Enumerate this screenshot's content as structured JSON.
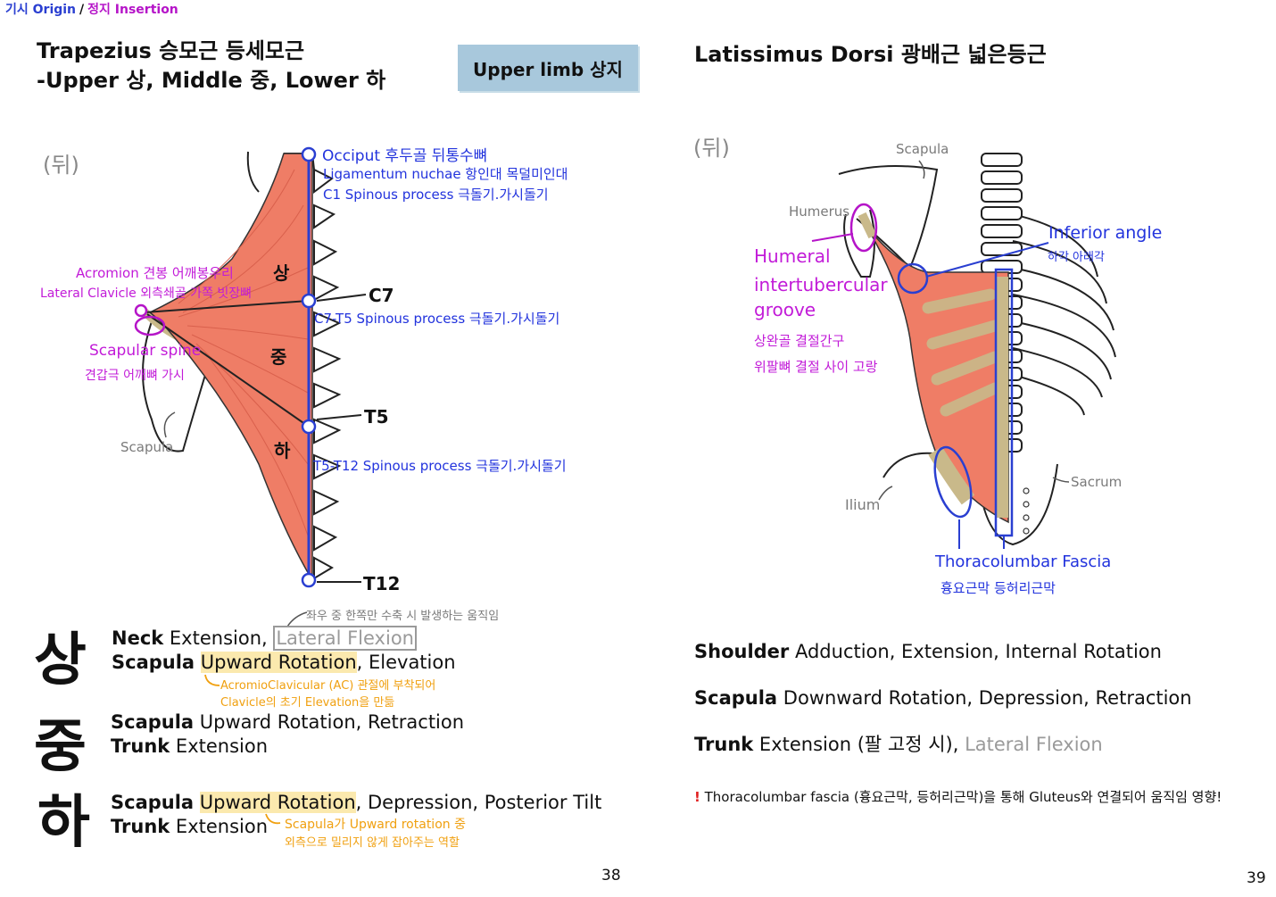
{
  "legend": {
    "origin": "기시 Origin",
    "separator": "/",
    "insertion": "정지 Insertion"
  },
  "left": {
    "title_line1": "Trapezius 승모근 등세모근",
    "title_line2": "-Upper 상, Middle 중, Lower 하",
    "tag": "Upper limb 상지",
    "view": "(뒤)",
    "labels": {
      "occiput": "Occiput 후두골 뒤통수뼈",
      "ligamentum": "Ligamentum nuchae 항인대 목덜미인대",
      "c1": "C1 Spinous process 극돌기.가시돌기",
      "acromion": "Acromion 견봉 어깨봉우리",
      "clavicle": "Lateral Clavicle 외측쇄골 가쪽 빗장뼈",
      "scap_spine": "Scapular spine",
      "scap_spine_kr": "견갑극 어깨뼈 가시",
      "scapula": "Scapula",
      "c7": "C7",
      "c7t5": "C7-T5 Spinous process 극돌기.가시돌기",
      "t5": "T5",
      "t5t12": "T5-T12 Spinous process 극돌기.가시돌기",
      "t12": "T12",
      "upper": "상",
      "middle": "중",
      "lower": "하"
    },
    "note_top": "좌우 중 한쪽만 수축 시 발생하는 움직임",
    "big_upper": "상",
    "big_middle": "중",
    "big_lower": "하",
    "upper": {
      "neck_bold": "Neck",
      "neck_rest": " Extension, ",
      "neck_boxed": "Lateral Flexion",
      "scap_bold": "Scapula",
      "scap_hl": "Upward Rotation",
      "scap_rest": ", Elevation",
      "note1": "AcromioClavicular (AC) 관절에 부착되어",
      "note2": "Clavicle의 초기 Elevation을 만듦"
    },
    "middle": {
      "scap_bold": "Scapula",
      "scap_rest": " Upward Rotation, Retraction",
      "trunk_bold": "Trunk",
      "trunk_rest": " Extension"
    },
    "lower": {
      "scap_bold": "Scapula",
      "scap_hl": "Upward Rotation",
      "scap_rest": ", Depression, Posterior Tilt",
      "trunk_bold": "Trunk",
      "trunk_rest": " Extension",
      "note1": "Scapula가 Upward rotation 중",
      "note2": "외측으로 밀리지 않게 잡아주는 역할"
    },
    "page": "38"
  },
  "right": {
    "title": "Latissimus Dorsi 광배근 넓은등근",
    "view": "(뒤)",
    "labels": {
      "scapula": "Scapula",
      "humerus": "Humerus",
      "humeral1": "Humeral",
      "humeral2": "intertubercular",
      "humeral3": "groove",
      "humeral_kr1": "상완골 결절간구",
      "humeral_kr2": "위팔뼈 결절 사이 고랑",
      "inferior": "Inferior angle",
      "inferior_kr": "하각 아래각",
      "sacrum": "Sacrum",
      "ilium": "Ilium",
      "fascia": "Thoracolumbar Fascia",
      "fascia_kr": "흉요근막 등허리근막"
    },
    "fn1_bold": "Shoulder",
    "fn1_rest": " Adduction, Extension, Internal Rotation",
    "fn2_bold": "Scapula",
    "fn2_rest": " Downward Rotation, Depression, Retraction",
    "fn3_bold": "Trunk",
    "fn3_rest": " Extension (팔 고정 시), ",
    "fn3_muted": "Lateral Flexion",
    "warning_icon": "!",
    "warning_text": "Thoracolumbar fascia (흉요근막, 등허리근막)을 통해 Gluteus와 연결되어 움직임 영향!",
    "page": "39"
  },
  "colors": {
    "muscle": "#ef7d66",
    "origin_blue": "#2a3fd1",
    "insertion_magenta": "#b514c8",
    "note_orange": "#f0a010",
    "tag_bg": "#a8c8dc",
    "highlight": "#fbe9ae"
  }
}
